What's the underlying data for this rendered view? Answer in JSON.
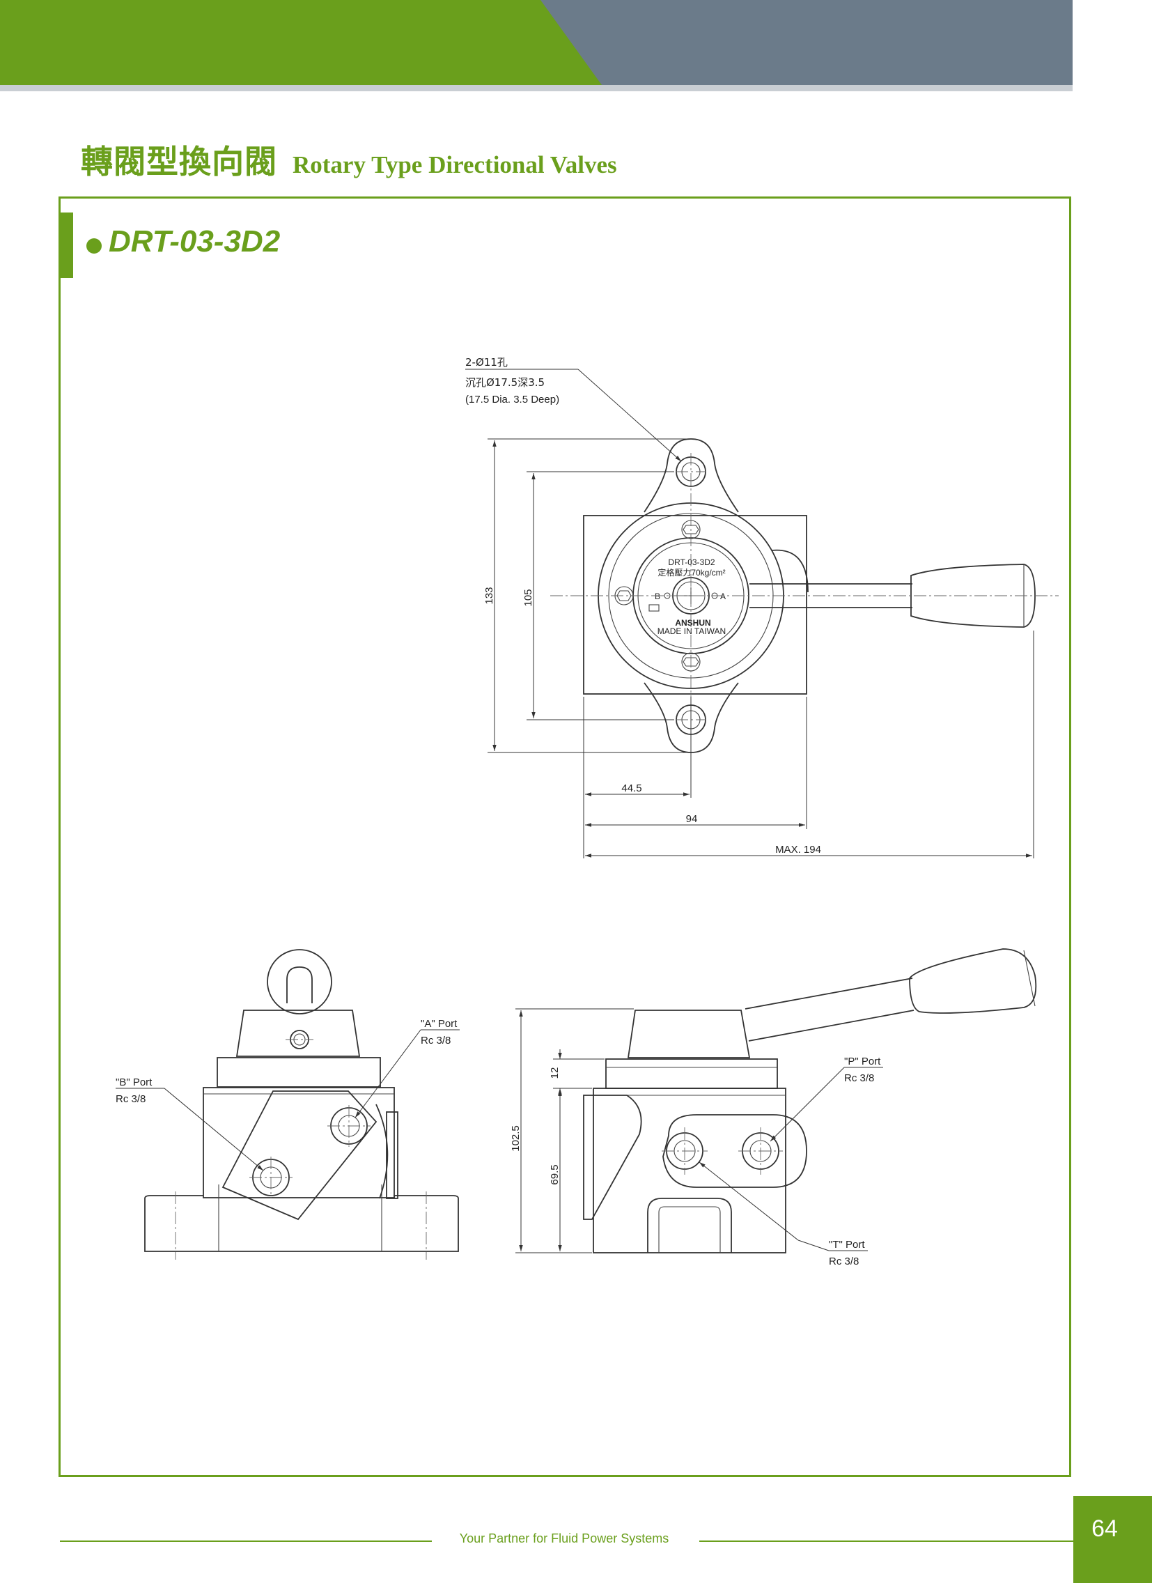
{
  "header": {
    "title_cn": "轉閥型換向閥",
    "title_en": "Rotary Type Directional Valves"
  },
  "model": "DRT-03-3D2",
  "drawing": {
    "hole_callout": [
      "2-Ø11孔",
      "沉孔Ø17.5深3.5",
      "(17.5 Dia. 3.5 Deep)"
    ],
    "dimensions": {
      "d133": "133",
      "d105": "105",
      "d44_5": "44.5",
      "d94": "94",
      "dmax": "MAX. 194",
      "d12": "12",
      "d102_5": "102.5",
      "d69_5": "69.5"
    },
    "nameplate": {
      "model": "DRT-03-3D2",
      "pressure": "定格壓力70kg/cm²",
      "port_b": "B",
      "port_a": "A",
      "brand": "ANSHUN",
      "origin": "MADE IN TAIWAN"
    },
    "ports": {
      "a_name": "\"A\" Port",
      "a_size": "Rc 3/8",
      "b_name": "\"B\" Port",
      "b_size": "Rc 3/8",
      "p_name": "\"P\" Port",
      "p_size": "Rc 3/8",
      "t_name": "\"T\" Port",
      "t_size": "Rc 3/8"
    }
  },
  "footer": {
    "tagline": "Your Partner for Fluid Power Systems",
    "page": "64"
  },
  "colors": {
    "brand_green": "#6a9f1c",
    "header_gray": "#6b7b8a",
    "line": "#333333"
  }
}
